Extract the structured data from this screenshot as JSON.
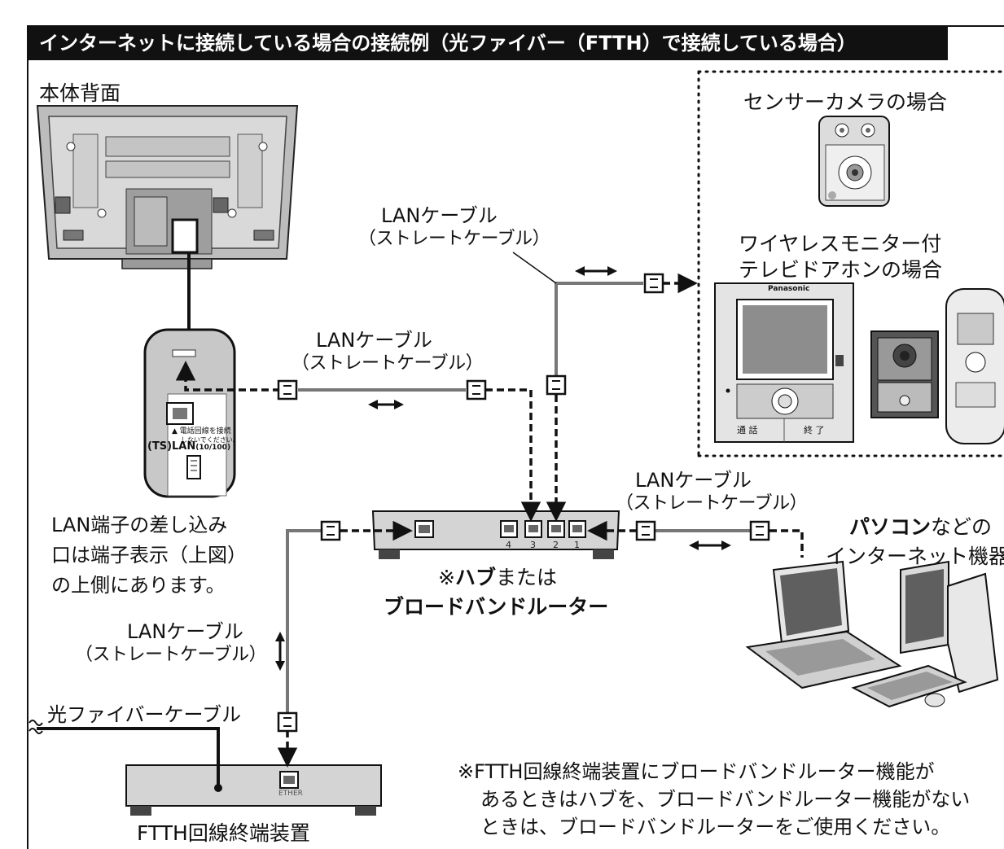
{
  "title": "インターネットに接続している場合の接続例（光ファイバー（FTTH）で接続している場合）",
  "labels": {
    "tv_back": "本体背面",
    "sensor_camera": "センサーカメラの場合",
    "wireless_monitor_line1": "ワイヤレスモニター付",
    "wireless_monitor_line2": "テレビドアホンの場合",
    "lan_port_note_line1": "LAN端子の差し込み",
    "lan_port_note_line2": "口は端子表示（上図）",
    "lan_port_note_line3": "の上側にあります。",
    "hub_line1_prefix": "※",
    "hub_line1_bold": "ハブ",
    "hub_line1_suffix": "または",
    "hub_line2": "ブロードバンドルーター",
    "pc_line1_bold": "パソコン",
    "pc_line1_suffix": "などの",
    "pc_line2": "インターネット機器",
    "fiber_cable": "光ファイバーケーブル",
    "ftth_device": "FTTH回線終端装置",
    "note_line1": "※FTTH回線終端装置にブロードバンドルーター機能が",
    "note_line2": "あるときはハブを、ブロードバンドルーター機能がない",
    "note_line3": "ときは、ブロードバンドルーターをご使用ください。"
  },
  "cables": [
    {
      "main": "LANケーブル",
      "sub": "（ストレートケーブル）"
    },
    {
      "main": "LANケーブル",
      "sub": "（ストレートケーブル）"
    },
    {
      "main": "LANケーブル",
      "sub": "（ストレートケーブル）"
    },
    {
      "main": "LANケーブル",
      "sub": "（ストレートケーブル）"
    }
  ],
  "terminal": {
    "ts": "(TS)",
    "lan": "LAN",
    "lan_speed": "(10/100)",
    "warning_line1": "▲ 電話回線を接続",
    "warning_line2": "しないでください。"
  },
  "hub_ports": [
    "4",
    "3",
    "2",
    "1"
  ],
  "ether_label": "ETHER",
  "intercom": {
    "brand": "Panasonic",
    "talk_button": "通 話",
    "end_button": "終 了"
  }
}
